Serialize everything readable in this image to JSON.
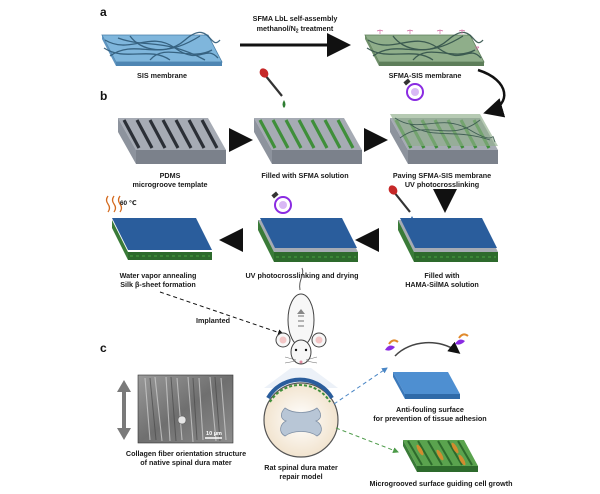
{
  "panels": {
    "a": "a",
    "b": "b",
    "c": "c"
  },
  "section_a": {
    "left_label": "SIS membrane",
    "process_line1": "SFMA LbL self-assembly",
    "process_line2_prefix": "methanol/N",
    "process_line2_sub": "2",
    "process_line2_suffix": " treatment",
    "right_label": "SFMA-SIS membrane"
  },
  "section_b": {
    "step1_line1": "PDMS",
    "step1_line2": "microgroove template",
    "step2": "Filled with SFMA solution",
    "step3_line1": "Paving SFMA-SIS membrane",
    "step3_line2": "UV photocrosslinking",
    "step4_line1": "Filled with",
    "step4_line2": "HAMA-SilMA solution",
    "step5": "UV photocrosslinking and drying",
    "step6_line1": "Water vapor annealing",
    "step6_line2": "Silk β-sheet formation",
    "temperature": "60 ℃",
    "implanted": "Implanted"
  },
  "section_c": {
    "sem_caption_line1": "Collagen fiber orientation structure",
    "sem_caption_line2": "of native spinal dura mater",
    "scale_bar": "10 μm",
    "model_line1": "Rat spinal dura mater",
    "model_line2": "repair model",
    "antifouling_line1": "Anti-fouling surface",
    "antifouling_line2": "for prevention of tissue adhesion",
    "microgroove_label": "Microgrooved surface guiding cell growth"
  },
  "colors": {
    "membrane_blue": "#7fb6dc",
    "fiber_dark": "#2f5a78",
    "sfma_green": "#7b9f6c",
    "template_grey": "#9aa0aa",
    "hydrogel_blue": "#2a5d9c",
    "groove_green": "#3f8f3a",
    "uv_purple": "#8a2be2",
    "pipette_red": "#c62828",
    "cell_orange": "#e08a2c"
  }
}
